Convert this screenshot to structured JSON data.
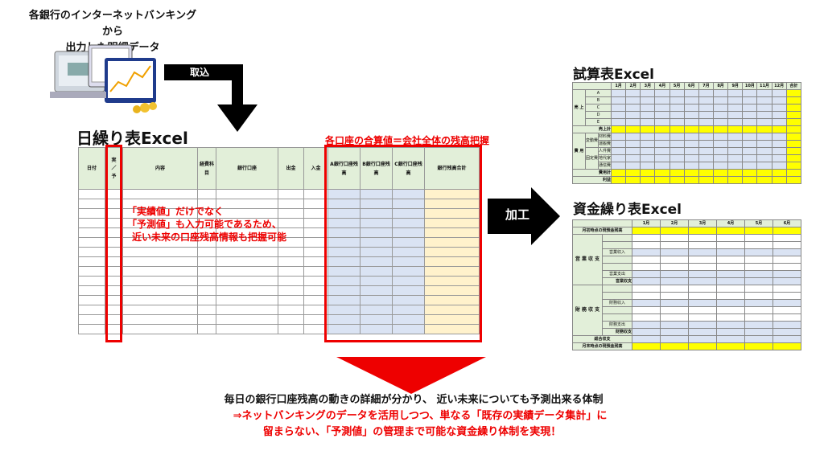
{
  "source": {
    "line1": "各銀行のインターネットバンキングから",
    "line2": "出力した明細データ"
  },
  "import_label": "取込",
  "process_label": "加工",
  "daily": {
    "title": "日繰り表Excel",
    "headers": [
      "日付",
      "実／予",
      "内容",
      "経費科目",
      "銀行口座",
      "出金",
      "入金",
      "A銀行口座残高",
      "B銀行口座残高",
      "C銀行口座残高",
      "銀行残高合計"
    ],
    "sum_note": "各口座の合算値＝会社全体の残高把握",
    "note": [
      "「実績値」だけでなく",
      "「予測値」も入力可能であるため、",
      "近い未来の口座残高情報も把握可能"
    ]
  },
  "trial": {
    "title": "試算表Excel",
    "months": [
      "1月",
      "2月",
      "3月",
      "4月",
      "5月",
      "6月",
      "7月",
      "8月",
      "9月",
      "10月",
      "11月",
      "12月"
    ],
    "total": "合計",
    "sales_group": "売上",
    "sales_items": [
      "A",
      "B",
      "C",
      "D",
      "E"
    ],
    "sales_total": "売上計",
    "cost_group": "費用",
    "variable": "変動費",
    "fixed": "固定費",
    "cost_items": [
      "材料費",
      "運搬費",
      "人件費",
      "地代家賃",
      "通信費"
    ],
    "cost_total": "費用計",
    "profit": "利益"
  },
  "cash": {
    "title": "資金繰り表Excel",
    "months": [
      "1月",
      "2月",
      "3月",
      "4月",
      "5月",
      "6月"
    ],
    "opening": "月初時点の現預金残高",
    "op_group": "営業収支",
    "op_in": "営業収入",
    "op_out": "営業支出",
    "op_total": "営業収支",
    "fin_group": "財務収支",
    "fin_in": "財務収入",
    "fin_out": "財務支出",
    "fin_total": "財務収支",
    "overall": "総合収支",
    "closing": "月末時点の現預金残高"
  },
  "conclusion": {
    "line1": "毎日の銀行口座残高の動きの詳細が分かり、 近い未来についても予測出来る体制",
    "line2": "⇒ネットバンキングのデータを活用しつつ、単なる「既存の実績データ集計」に",
    "line3": "留まらない、「予測値」の管理まで可能な資金繰り体制を実現！"
  },
  "colors": {
    "red": "#ee0000",
    "header_green": "#e2efd9",
    "cell_blue": "#dae3f3",
    "yellow": "#ffff00",
    "cream": "#fff2cc"
  }
}
